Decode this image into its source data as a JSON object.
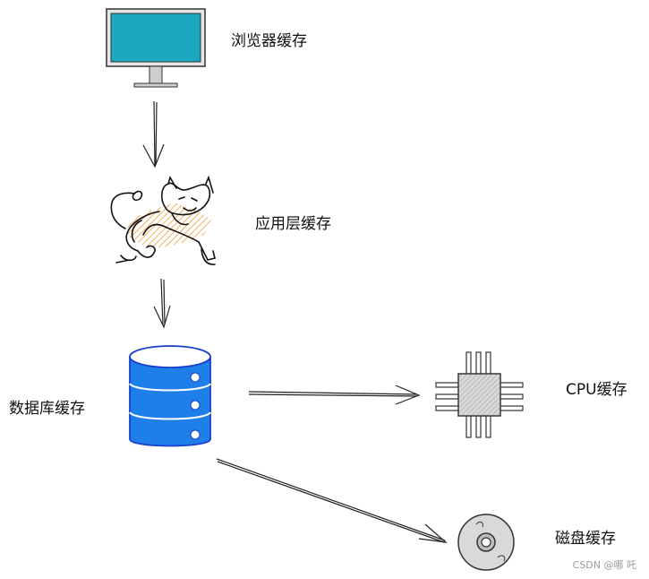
{
  "nodes": {
    "browser": {
      "label": "浏览器缓存",
      "icon": "monitor-icon"
    },
    "application": {
      "label": "应用层缓存",
      "icon": "tomcat-cat-icon"
    },
    "database": {
      "label": "数据库缓存",
      "icon": "database-server-icon"
    },
    "cpu": {
      "label": "CPU缓存",
      "icon": "cpu-chip-icon"
    },
    "disk": {
      "label": "磁盘缓存",
      "icon": "disk-icon"
    }
  },
  "edges": [
    {
      "from": "browser",
      "to": "application"
    },
    {
      "from": "application",
      "to": "database"
    },
    {
      "from": "database",
      "to": "cpu"
    },
    {
      "from": "database",
      "to": "disk"
    }
  ],
  "colors": {
    "monitor_screen": "#1aa9bf",
    "monitor_frame": "#d0d0d0",
    "database_body": "#1e7fe8",
    "database_outline": "#1a3fd0",
    "cat_hatch": "#f28a1e",
    "chip_body": "#bdbdbd",
    "disk_body": "#d7d9db"
  },
  "watermark": "CSDN @哪 吒"
}
